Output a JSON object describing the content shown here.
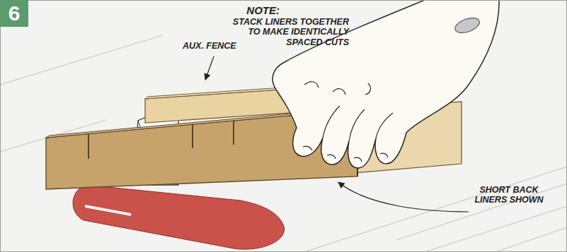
{
  "diagram": {
    "nodes": [
      {
        "text": [
          "6"
        ]
      }
    ],
    "labels": [
      "NOTE:",
      "STACK LINERS TOGETHER TO MAKE IDENTICALLY SPACED CUTS",
      "AUX. FENCE",
      "SHORT BACK LINERS SHOWN"
    ]
  }
}
